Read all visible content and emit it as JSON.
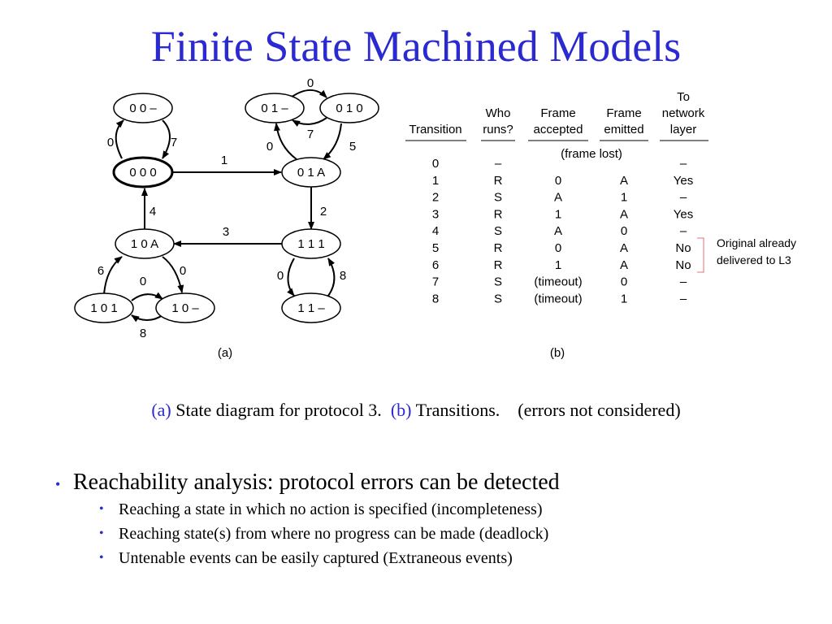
{
  "title": "Finite State Machined Models",
  "diagram": {
    "states": [
      {
        "id": "s00x",
        "label": "0 0 –"
      },
      {
        "id": "s000",
        "label": "0 0 0"
      },
      {
        "id": "s01x",
        "label": "0 1 –"
      },
      {
        "id": "s010",
        "label": "0 1 0"
      },
      {
        "id": "s01A",
        "label": "0 1 A"
      },
      {
        "id": "s10A",
        "label": "1 0 A"
      },
      {
        "id": "s111",
        "label": "1 1 1"
      },
      {
        "id": "s101",
        "label": "1 0 1"
      },
      {
        "id": "s10x",
        "label": "1 0 –"
      },
      {
        "id": "s11x",
        "label": "1 1 –"
      }
    ],
    "edge_labels": [
      "0",
      "7",
      "1",
      "0",
      "7",
      "0",
      "5",
      "2",
      "4",
      "3",
      "6",
      "0",
      "0",
      "8",
      "0",
      "8"
    ],
    "sublabel": "(a)"
  },
  "table": {
    "headers": [
      [
        "Transition"
      ],
      [
        "Who",
        "runs?"
      ],
      [
        "Frame",
        "accepted"
      ],
      [
        "Frame",
        "emitted"
      ],
      [
        "To",
        "network",
        "layer"
      ]
    ],
    "row0_note": "(frame lost)",
    "rows": [
      [
        "0",
        "–",
        "",
        "",
        "–"
      ],
      [
        "1",
        "R",
        "0",
        "A",
        "Yes"
      ],
      [
        "2",
        "S",
        "A",
        "1",
        "–"
      ],
      [
        "3",
        "R",
        "1",
        "A",
        "Yes"
      ],
      [
        "4",
        "S",
        "A",
        "0",
        "–"
      ],
      [
        "5",
        "R",
        "0",
        "A",
        "No"
      ],
      [
        "6",
        "R",
        "1",
        "A",
        "No"
      ],
      [
        "7",
        "S",
        "(timeout)",
        "0",
        "–"
      ],
      [
        "8",
        "S",
        "(timeout)",
        "1",
        "–"
      ]
    ],
    "annotation": [
      "Original already",
      "delivered to L3"
    ],
    "sublabel": "(b)"
  },
  "caption": {
    "a_label": "(a)",
    "a_text": " State diagram for protocol 3.  ",
    "b_label": "(b)",
    "b_text": " Transitions.    (errors not considered)"
  },
  "bullets": {
    "main": "Reachability analysis: protocol errors can be detected",
    "subs": [
      "Reaching a state in which no action is specified (incompleteness)",
      "Reaching state(s) from where no progress can be made (deadlock)",
      "Untenable events can be easily captured (Extraneous events)"
    ]
  },
  "colors": {
    "title": "#2a2ad0",
    "accent_blue": "#2a2ad0",
    "annotation_bracket": "#e07070"
  }
}
